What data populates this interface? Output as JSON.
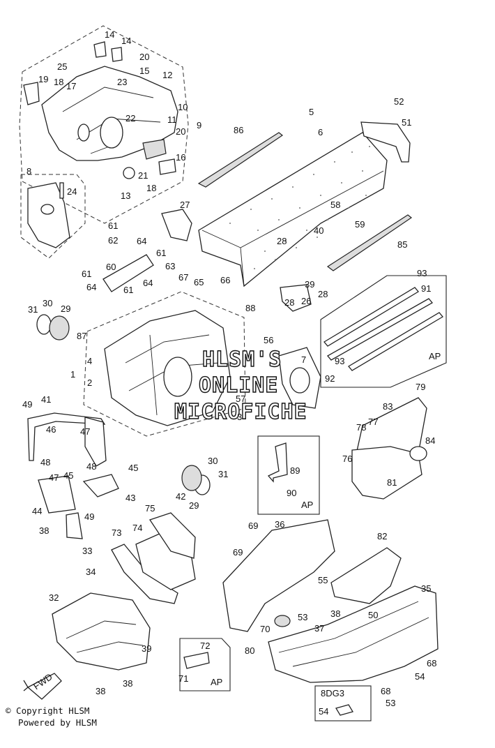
{
  "callouts": [
    {
      "id": "c-14a",
      "text": "14"
    },
    {
      "id": "c-14b",
      "text": "14"
    },
    {
      "id": "c-20a",
      "text": "20"
    },
    {
      "id": "c-25",
      "text": "25"
    },
    {
      "id": "c-15",
      "text": "15"
    },
    {
      "id": "c-12",
      "text": "12"
    },
    {
      "id": "c-19",
      "text": "19"
    },
    {
      "id": "c-18a",
      "text": "18"
    },
    {
      "id": "c-17",
      "text": "17"
    },
    {
      "id": "c-23",
      "text": "23"
    },
    {
      "id": "c-10",
      "text": "10"
    },
    {
      "id": "c-22",
      "text": "22"
    },
    {
      "id": "c-11",
      "text": "11"
    },
    {
      "id": "c-9",
      "text": "9"
    },
    {
      "id": "c-20b",
      "text": "20"
    },
    {
      "id": "c-16",
      "text": "16"
    },
    {
      "id": "c-21",
      "text": "21"
    },
    {
      "id": "c-13",
      "text": "13"
    },
    {
      "id": "c-18b",
      "text": "18"
    },
    {
      "id": "c-8",
      "text": "8"
    },
    {
      "id": "c-24",
      "text": "24"
    },
    {
      "id": "c-5",
      "text": "5"
    },
    {
      "id": "c-6",
      "text": "6"
    },
    {
      "id": "c-52",
      "text": "52"
    },
    {
      "id": "c-51",
      "text": "51"
    },
    {
      "id": "c-86",
      "text": "86"
    },
    {
      "id": "c-27",
      "text": "27"
    },
    {
      "id": "c-58",
      "text": "58"
    },
    {
      "id": "c-40",
      "text": "40"
    },
    {
      "id": "c-59",
      "text": "59"
    },
    {
      "id": "c-28a",
      "text": "28"
    },
    {
      "id": "c-85",
      "text": "85"
    },
    {
      "id": "c-93a",
      "text": "93"
    },
    {
      "id": "c-91",
      "text": "91"
    },
    {
      "id": "c-39a",
      "text": "39"
    },
    {
      "id": "c-28b",
      "text": "28"
    },
    {
      "id": "c-28c",
      "text": "28"
    },
    {
      "id": "c-26",
      "text": "26"
    },
    {
      "id": "c-93b",
      "text": "93"
    },
    {
      "id": "c-92",
      "text": "92"
    },
    {
      "id": "c-61a",
      "text": "61"
    },
    {
      "id": "c-62",
      "text": "62"
    },
    {
      "id": "c-64a",
      "text": "64"
    },
    {
      "id": "c-61b",
      "text": "61"
    },
    {
      "id": "c-60",
      "text": "60"
    },
    {
      "id": "c-63",
      "text": "63"
    },
    {
      "id": "c-61c",
      "text": "61"
    },
    {
      "id": "c-64b",
      "text": "64"
    },
    {
      "id": "c-64c",
      "text": "64"
    },
    {
      "id": "c-61d",
      "text": "61"
    },
    {
      "id": "c-67",
      "text": "67"
    },
    {
      "id": "c-65",
      "text": "65"
    },
    {
      "id": "c-66",
      "text": "66"
    },
    {
      "id": "c-88",
      "text": "88"
    },
    {
      "id": "c-31a",
      "text": "31"
    },
    {
      "id": "c-30a",
      "text": "30"
    },
    {
      "id": "c-29a",
      "text": "29"
    },
    {
      "id": "c-87",
      "text": "87"
    },
    {
      "id": "c-56",
      "text": "56"
    },
    {
      "id": "c-4",
      "text": "4"
    },
    {
      "id": "c-7",
      "text": "7"
    },
    {
      "id": "c-1",
      "text": "1"
    },
    {
      "id": "c-2",
      "text": "2"
    },
    {
      "id": "c-57",
      "text": "57"
    },
    {
      "id": "c-3",
      "text": "3"
    },
    {
      "id": "c-79",
      "text": "79"
    },
    {
      "id": "c-83",
      "text": "83"
    },
    {
      "id": "c-49a",
      "text": "49"
    },
    {
      "id": "c-41",
      "text": "41"
    },
    {
      "id": "c-46",
      "text": "46"
    },
    {
      "id": "c-47a",
      "text": "47"
    },
    {
      "id": "c-78",
      "text": "78"
    },
    {
      "id": "c-77",
      "text": "77"
    },
    {
      "id": "c-84",
      "text": "84"
    },
    {
      "id": "c-76",
      "text": "76"
    },
    {
      "id": "c-81",
      "text": "81"
    },
    {
      "id": "c-48a",
      "text": "48"
    },
    {
      "id": "c-48b",
      "text": "48"
    },
    {
      "id": "c-45a",
      "text": "45"
    },
    {
      "id": "c-47b",
      "text": "47"
    },
    {
      "id": "c-45b",
      "text": "45"
    },
    {
      "id": "c-30b",
      "text": "30"
    },
    {
      "id": "c-89",
      "text": "89"
    },
    {
      "id": "c-31b",
      "text": "31"
    },
    {
      "id": "c-43",
      "text": "43"
    },
    {
      "id": "c-44",
      "text": "44"
    },
    {
      "id": "c-49b",
      "text": "49"
    },
    {
      "id": "c-42",
      "text": "42"
    },
    {
      "id": "c-29b",
      "text": "29"
    },
    {
      "id": "c-90",
      "text": "90"
    },
    {
      "id": "c-75",
      "text": "75"
    },
    {
      "id": "c-74",
      "text": "74"
    },
    {
      "id": "c-69a",
      "text": "69"
    },
    {
      "id": "c-36",
      "text": "36"
    },
    {
      "id": "c-38a",
      "text": "38"
    },
    {
      "id": "c-33",
      "text": "33"
    },
    {
      "id": "c-73",
      "text": "73"
    },
    {
      "id": "c-82",
      "text": "82"
    },
    {
      "id": "c-69b",
      "text": "69"
    },
    {
      "id": "c-34",
      "text": "34"
    },
    {
      "id": "c-55",
      "text": "55"
    },
    {
      "id": "c-32",
      "text": "32"
    },
    {
      "id": "c-35",
      "text": "35"
    },
    {
      "id": "c-53a",
      "text": "53"
    },
    {
      "id": "c-38b",
      "text": "38"
    },
    {
      "id": "c-50",
      "text": "50"
    },
    {
      "id": "c-37",
      "text": "37"
    },
    {
      "id": "c-70",
      "text": "70"
    },
    {
      "id": "c-39b",
      "text": "39"
    },
    {
      "id": "c-72",
      "text": "72"
    },
    {
      "id": "c-80",
      "text": "80"
    },
    {
      "id": "c-68a",
      "text": "68"
    },
    {
      "id": "c-38c",
      "text": "38"
    },
    {
      "id": "c-71",
      "text": "71"
    },
    {
      "id": "c-68b",
      "text": "68"
    },
    {
      "id": "c-54a",
      "text": "54"
    },
    {
      "id": "c-38d",
      "text": "38"
    },
    {
      "id": "c-53b",
      "text": "53"
    },
    {
      "id": "c-54b",
      "text": "54"
    }
  ],
  "ap_labels": {
    "ap_rails": "AP",
    "ap_89": "AP",
    "ap_71": "AP"
  },
  "variant_box_label": "8DG3",
  "fwd_label": "FWD",
  "watermark": {
    "line1": "HLSM'S",
    "line2": "ONLINE",
    "line3": "MICROFICHE"
  },
  "footer": {
    "copyright": "© Copyright HLSM",
    "powered": "Powered by HLSM"
  },
  "colors": {
    "ink": "#222222",
    "paper": "#ffffff",
    "shade": "#dddddd"
  }
}
